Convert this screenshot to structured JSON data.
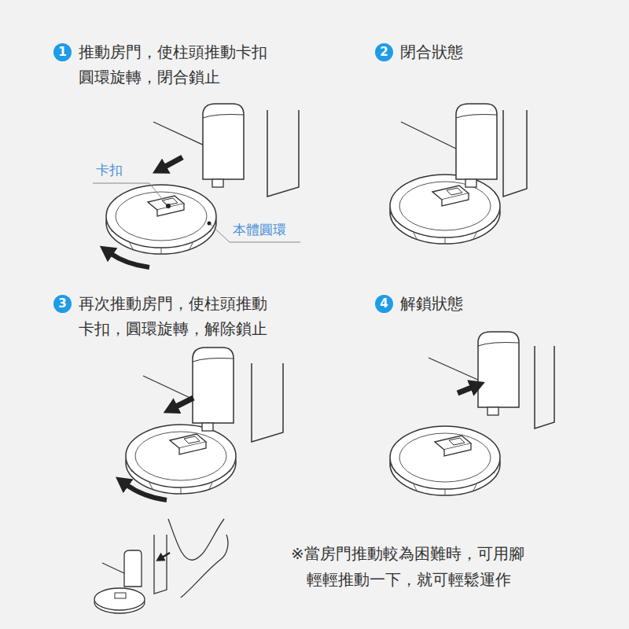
{
  "diagram": {
    "nodes": [
      {
        "text": [
          "1",
          "推動房門，使柱頭推動卡扣 圓環旋轉，閉合鎖止"
        ]
      },
      {
        "text": [
          "2",
          "閉合狀態"
        ]
      },
      {
        "text": [
          "3",
          "再次推動房門，使柱頭推動 卡扣，圓環旋轉，解除鎖止"
        ]
      },
      {
        "text": [
          "4",
          "解鎖狀態"
        ]
      }
    ],
    "labels": [
      "卡扣",
      "本體圓環",
      "※當房門推動較為困難時，可用腳 輕輕推動一下，就可輕鬆運作"
    ]
  }
}
